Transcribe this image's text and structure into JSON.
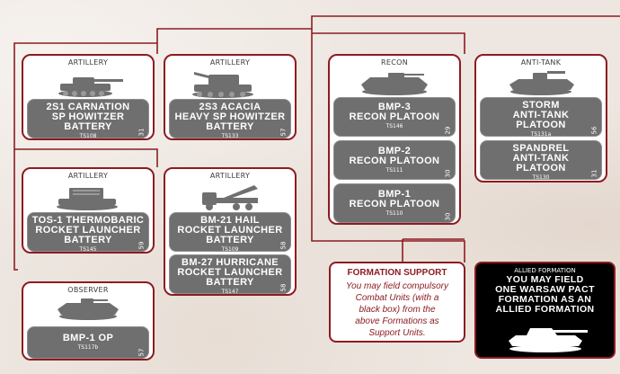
{
  "cards": [
    {
      "id": "carnation",
      "category": "ARTILLERY",
      "vehicle": "spg",
      "units": [
        {
          "name": [
            "2S1 CARNATION",
            "SP HOWITZER",
            "BATTERY"
          ],
          "code": "TS108",
          "points": "31"
        }
      ]
    },
    {
      "id": "acacia",
      "category": "ARTILLERY",
      "vehicle": "spg-large",
      "units": [
        {
          "name": [
            "2S3 ACACIA",
            "HEAVY SP HOWITZER",
            "BATTERY"
          ],
          "code": "TS133",
          "points": "57"
        }
      ]
    },
    {
      "id": "recon",
      "category": "RECON",
      "vehicle": "ifv",
      "units": [
        {
          "name": [
            "BMP-3",
            "RECON PLATOON"
          ],
          "code": "TS146",
          "points": "29"
        },
        {
          "name": [
            "BMP-2",
            "RECON PLATOON"
          ],
          "code": "TS111",
          "points": "30"
        },
        {
          "name": [
            "BMP-1",
            "RECON PLATOON"
          ],
          "code": "TS110",
          "points": "30"
        }
      ]
    },
    {
      "id": "antitank",
      "category": "ANTI-TANK",
      "vehicle": "atgm",
      "units": [
        {
          "name": [
            "STORM",
            "ANTI-TANK",
            "PLATOON"
          ],
          "code": "TS131a",
          "points": "56"
        },
        {
          "name": [
            "SPANDREL",
            "ANTI-TANK",
            "PLATOON"
          ],
          "code": "TS130",
          "points": "31"
        }
      ]
    },
    {
      "id": "tos",
      "category": "ARTILLERY",
      "vehicle": "tos",
      "units": [
        {
          "name": [
            "TOS-1 THERMOBARIC",
            "ROCKET LAUNCHER",
            "BATTERY"
          ],
          "code": "TS145",
          "points": "59"
        }
      ]
    },
    {
      "id": "bm21",
      "category": "ARTILLERY",
      "vehicle": "truck",
      "units": [
        {
          "name": [
            "BM-21 HAIL",
            "ROCKET LAUNCHER",
            "BATTERY"
          ],
          "code": "TS109",
          "points": "58"
        },
        {
          "name": [
            "BM-27 HURRICANE",
            "ROCKET LAUNCHER",
            "BATTERY"
          ],
          "code": "TS147",
          "points": "58"
        }
      ]
    },
    {
      "id": "observer",
      "category": "OBSERVER",
      "vehicle": "ifv-small",
      "units": [
        {
          "name": [
            "BMP-1 OP"
          ],
          "code": "TS117b",
          "points": "57"
        }
      ]
    }
  ],
  "support": {
    "title": "FORMATION SUPPORT",
    "body": [
      "You may field compulsory",
      "Combat Units (with a",
      "black box) from the",
      "above Formations as",
      "Support Units."
    ]
  },
  "allied": {
    "title": "ALLIED FORMATION",
    "body": [
      "YOU MAY FIELD",
      "ONE WARSAW PACT",
      "FORMATION AS AN",
      "ALLIED FORMATION"
    ]
  },
  "colors": {
    "border": "#8c1c22",
    "slot": "#6f6f6f",
    "line": "#8c1c22"
  }
}
